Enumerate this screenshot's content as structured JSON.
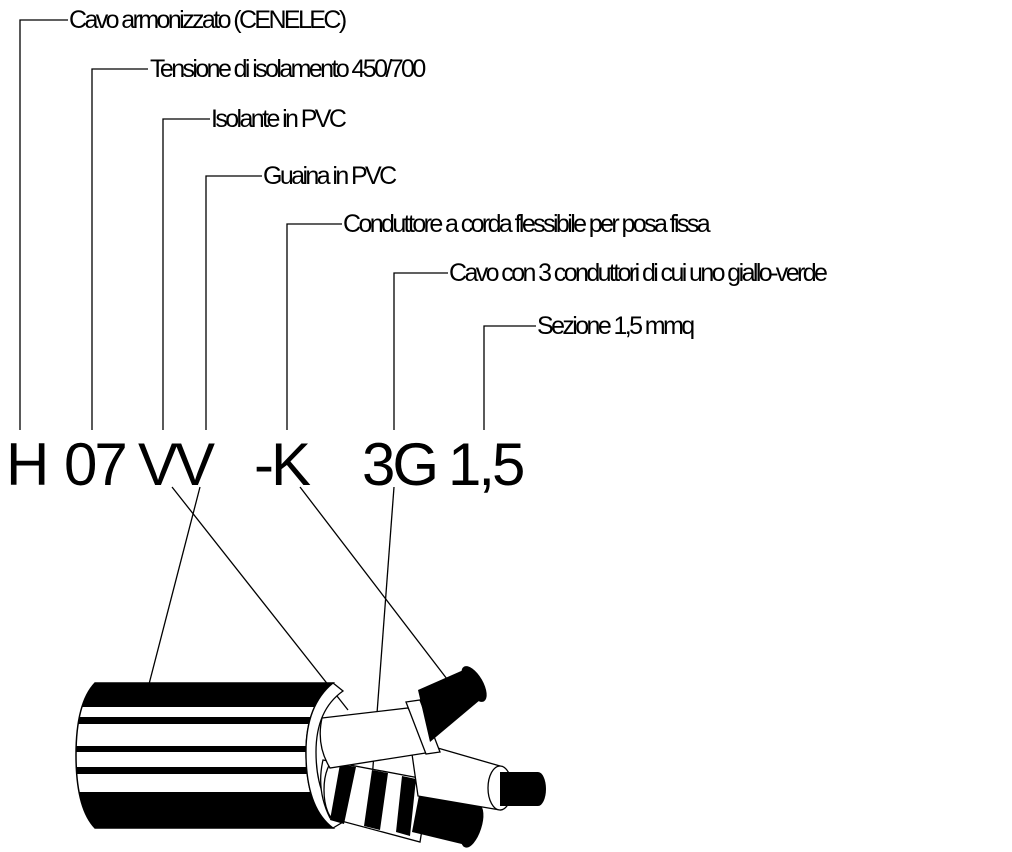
{
  "designation": {
    "codes": [
      "H",
      "07",
      "VV",
      "-K",
      "3G",
      "1,5"
    ]
  },
  "labels": [
    "Cavo armonizzato (CENELEC)",
    "Tensione di isolamento 450/700",
    "Isolante in PVC",
    "Guaina in PVC",
    "Conduttore a corda flessibile per posa fissa",
    "Cavo con 3 conduttori di cui uno giallo-verde",
    "Sezione 1,5 mmq"
  ]
}
